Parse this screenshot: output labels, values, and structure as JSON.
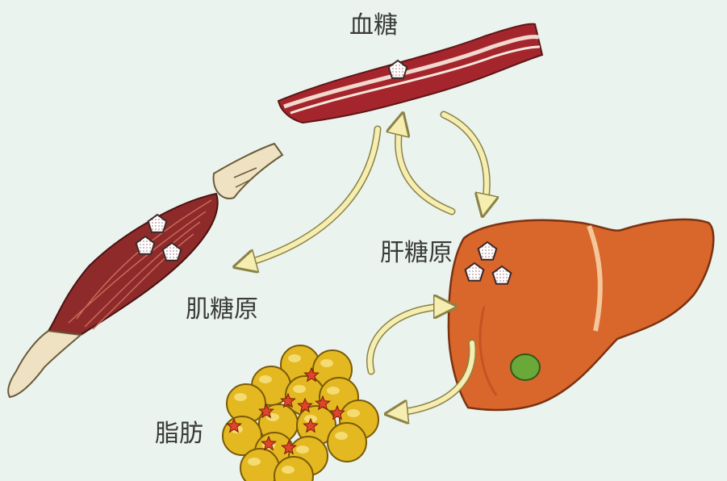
{
  "labels": {
    "blood_sugar": "血糖",
    "liver_glycogen": "肝糖原",
    "muscle_glycogen": "肌糖原",
    "fat": "脂肪"
  },
  "colors": {
    "background": "#eaf3ee",
    "vessel": "#a4262c",
    "muscle": "#8e2a2a",
    "tendon": "#efe2c2",
    "liver": "#d9662b",
    "gallbladder": "#6aa83a",
    "fat_cell": "#e3b820",
    "fat_star": "#e0452c",
    "arrow": "#f6edb0"
  },
  "icons": [
    "glucose-pentagon-icon",
    "glycogen-cluster-icon",
    "fat-star-icon"
  ]
}
